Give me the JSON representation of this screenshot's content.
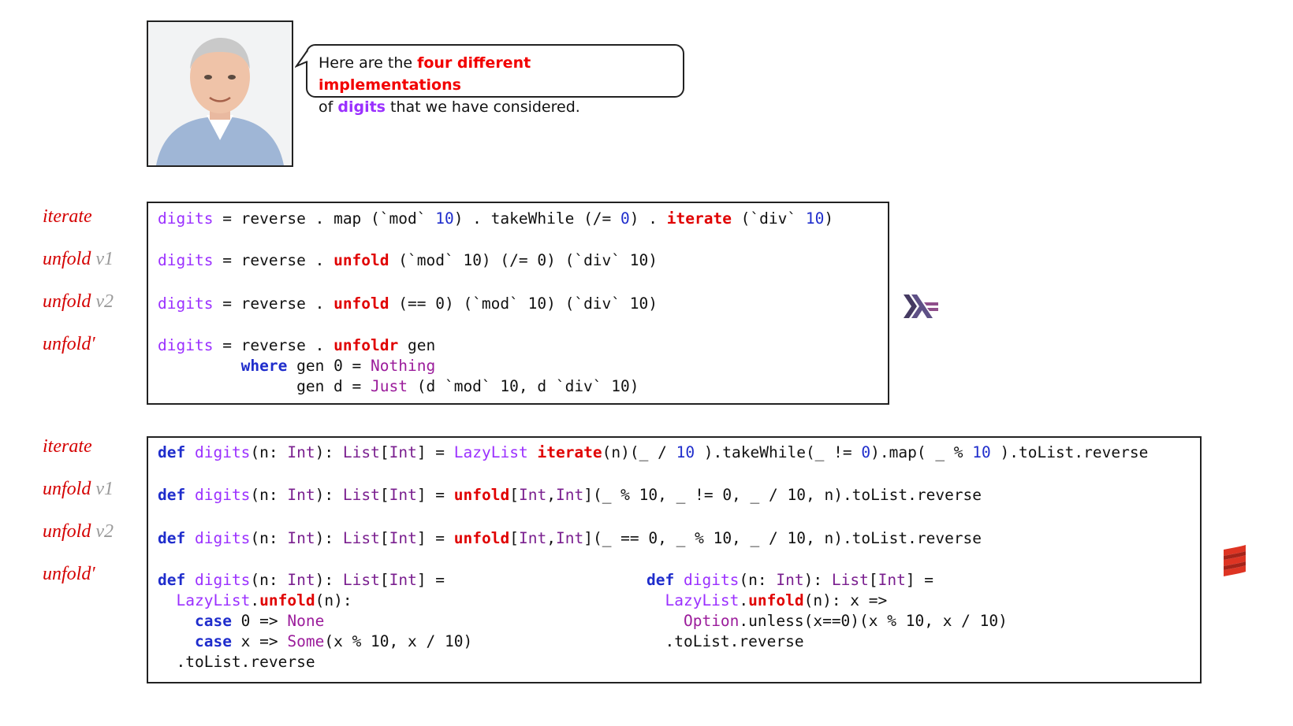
{
  "speech": {
    "prefix": "Here are the ",
    "highlight": "four different implementations",
    "line2_of": "of ",
    "digits": "digits",
    "suffix": "  that we have considered."
  },
  "haskell": {
    "labels": {
      "iterate": "iterate",
      "unfold_v1": "unfold",
      "unfold_v1_ver": "v1",
      "unfold_v2": "unfold",
      "unfold_v2_ver": "v2",
      "unfold_prime": "unfold′"
    }
  },
  "scala": {
    "labels": {
      "iterate": "iterate",
      "unfold_v1": "unfold",
      "unfold_v1_ver": "v1",
      "unfold_v2": "unfold",
      "unfold_v2_ver": "v2",
      "unfold_prime": "unfold′"
    }
  },
  "icons": {
    "haskell": "haskell-logo-icon",
    "scala": "scala-logo-icon"
  },
  "colors": {
    "keyword_red": "#e00000",
    "ident_purple": "#9b30ff",
    "keyword_blue": "#1f2dcc"
  }
}
